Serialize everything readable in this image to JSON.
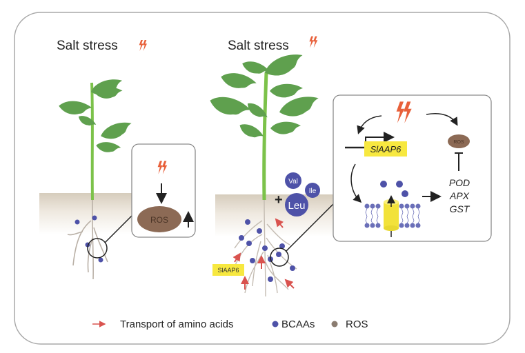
{
  "panels": {
    "control": {
      "title": "Salt stress",
      "inset": {
        "ros_label": "ROS"
      }
    },
    "treated": {
      "title": "Salt stress",
      "amino_acids": {
        "plus": "+",
        "val": "Val",
        "ile": "Ile",
        "leu": "Leu"
      },
      "root_gene_label": "SlAAP6",
      "inset": {
        "gene_label": "SlAAP6",
        "ros_label": "ROS",
        "enzymes": [
          "POD",
          "APX",
          "GST"
        ]
      }
    }
  },
  "legend": {
    "transport": "Transport of amino acids",
    "bcaas": "BCAAs",
    "ros": "ROS"
  },
  "colors": {
    "frame": "#a8a8a8",
    "soil_top": "#d8cfc0",
    "leaf": "#5fa04e",
    "leaf_light": "#6db85a",
    "stem": "#7cc24a",
    "root": "#b9b0a6",
    "bcaa": "#4e52a8",
    "ros": "#8c6a55",
    "gene_box": "#f7e840",
    "transporter": "#f2e23a",
    "membrane": "#6a6fb8",
    "stress": "#e8603a",
    "arrow_red": "#d9534f"
  }
}
